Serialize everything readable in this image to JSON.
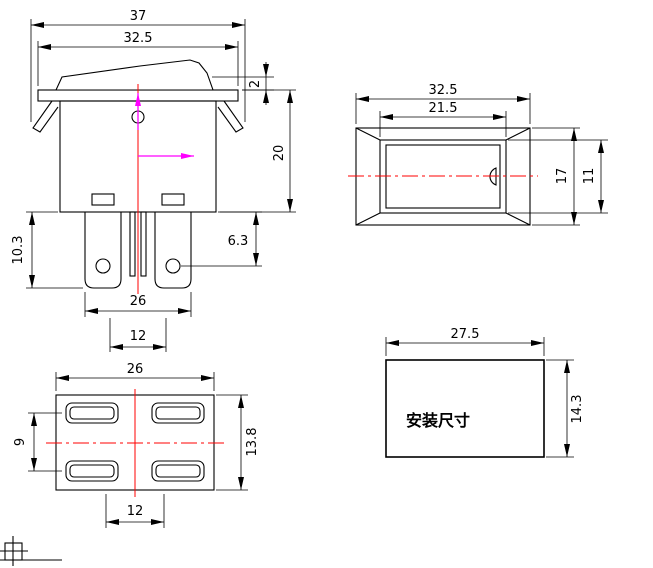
{
  "colors": {
    "line": "#000000",
    "centerline": "#ff0000",
    "accent": "#ff00ff"
  },
  "views": {
    "front": {
      "dims": {
        "overall_width": "37",
        "bezel_width": "32.5",
        "rocker_height": "2",
        "body_height": "20",
        "terminal_length": "10.3",
        "hole_offset": "6.3",
        "terminal_span": "26",
        "terminal_pitch": "12"
      }
    },
    "top": {
      "dims": {
        "outer_width": "32.5",
        "inner_width": "21.5",
        "outer_height": "17",
        "inner_height": "11"
      }
    },
    "bottom": {
      "dims": {
        "width": "26",
        "row_pitch": "9",
        "height": "13.8",
        "slot_pitch": "12"
      }
    },
    "mounting": {
      "label": "安装尺寸",
      "dims": {
        "width": "27.5",
        "height": "14.3"
      }
    }
  }
}
